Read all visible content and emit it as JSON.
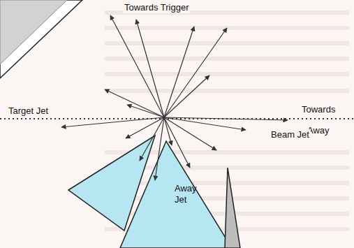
{
  "diagram": {
    "labels": [
      "Towards Trigger",
      "Target Jet",
      "Towards",
      "Away",
      "Beam Jet",
      "Away Jet"
    ]
  }
}
